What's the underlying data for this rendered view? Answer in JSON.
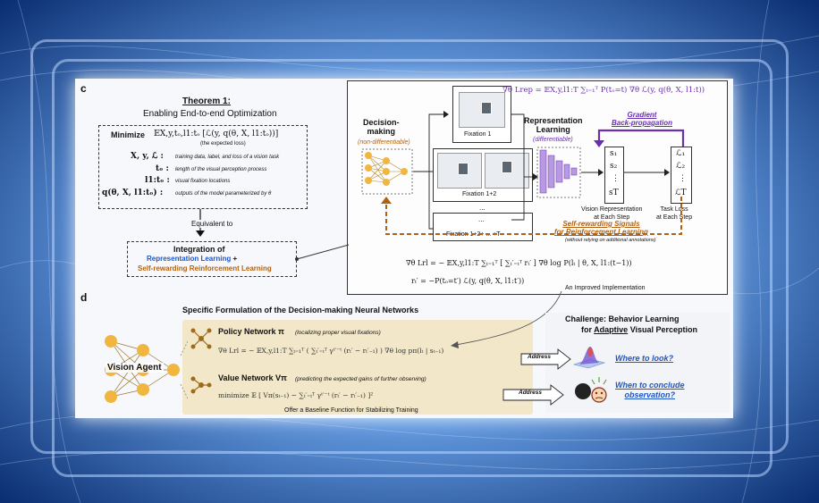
{
  "panel_c": {
    "letter": "c",
    "theorem_title": "Theorem 1:",
    "theorem_subtitle": "Enabling End-to-end Optimization",
    "minimize_label": "Minimize",
    "expected_loss_formula": "𝔼X,y,tₒ,l1:tₒ [ℒ(y, q(θ, X, l1:tₒ))]",
    "expected_loss_note": "(the expected loss)",
    "defs": [
      {
        "sym": "X, y, ℒ :",
        "desc": "training data, label, and loss of a vision task"
      },
      {
        "sym": "tₒ :",
        "desc": "length of the visual perception process"
      },
      {
        "sym": "l1:tₒ :",
        "desc": "visual fixation locations"
      },
      {
        "sym": "q(θ, X, l1:tₒ) :",
        "desc": "outputs of the model parameterized by θ"
      }
    ],
    "equivalent_to": "Equivalent to",
    "integration_title": "Integration of",
    "integration_rep": "Representation Learning",
    "integration_plus": " +",
    "integration_rl": "Self-rewarding Reinforcement Learning",
    "decision_title": "Decision-\nmaking",
    "decision_sub": "(non-differentiable)",
    "fixations": [
      "Fixation 1",
      "Fixation 1+2",
      "Fixation 1+2+ ... +T"
    ],
    "ellipsis": "...",
    "grad_rep_formula": "∇θ Lrep = 𝔼X,y,l1:T ∑ₜ₌₁ᵀ P(tₒ=t) ∇θ ℒ(y, q(θ, X, l1:t))",
    "rep_title": "Representation\nLearning",
    "rep_sub": "(differentiable)",
    "gradient_bp": "Gradient\nBack-propagation",
    "states": [
      "s₁",
      "s₂",
      "⋮",
      "sT"
    ],
    "losses": [
      "ℒ₁",
      "ℒ₂",
      "⋮",
      "ℒT"
    ],
    "vision_rep_label": "Vision Representation\nat Each Step",
    "task_loss_label": "Task Loss\nat Each Step",
    "self_reward_title": "Self-rewarding Signals\nfor Reinforcement Learning",
    "self_reward_note": "(without relying on additional annotations)",
    "grad_rl_formula": "∇θ Lrl = − 𝔼X,y,l1:T ∑ₜ₌₁ᵀ [ ∑ₜ′₌ₜᵀ rₜ′ ] ∇θ log P(lₜ | θ, X, l1:(t−1))",
    "reward_formula": "rₜ′ = −P(tₒ=t′) ℒ(y, q(θ, X, l1:t′))",
    "improved_impl": "An Improved Implementation"
  },
  "panel_d": {
    "letter": "d",
    "title_pre": "Specific Formulation of the ",
    "title_bold": "Decision-making",
    "title_post": " Neural Networks",
    "agent_label": "Vision Agent",
    "policy_title": "Policy Network π",
    "policy_note": "(localizing proper visual fixations)",
    "policy_formula": "∇θ Lrl = − 𝔼X,y,l1:T ∑ₜ₌₁ᵀ ( ∑ₜ′₌ₜᵀ γᵗ′⁻ᵗ (rₜ′ − rₜ′₋₁) ) ∇θ log pπ(lₜ | sₜ₋₁)",
    "value_title": "Value Network Vπ",
    "value_note": "(predicting the expected gains of further observing)",
    "value_formula": "minimize 𝔼 [ Vπ(sₜ₋₁) − ∑ₜ′₌ₜᵀ γᵗ′⁻ᵗ (rₜ′ − rₜ′₋₁) ]²",
    "value_minimize_sub": "Vπ",
    "baseline_note": "Offer a Baseline Function for Stabilizing Training",
    "challenge_title": "Challenge: Behavior Learning",
    "challenge_sub_pre": "for ",
    "challenge_sub_ul": "Adaptive",
    "challenge_sub_post": " Visual Perception",
    "address_label": "Address",
    "where_q": "Where to look?",
    "when_q": "When to conclude\nobservation?"
  },
  "colors": {
    "blue": "#1f55c7",
    "purple": "#6a2fb0",
    "orange": "#b3610f",
    "beige": "#f3e7c9",
    "neuron": "#f0b640"
  }
}
